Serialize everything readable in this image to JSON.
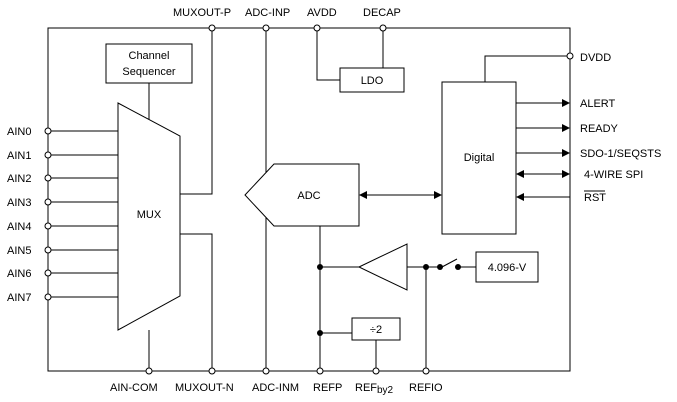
{
  "pins": {
    "top": {
      "muxout_p": "MUXOUT-P",
      "adc_inp": "ADC-INP",
      "avdd": "AVDD",
      "decap": "DECAP"
    },
    "right": {
      "dvdd": "DVDD",
      "alert": "ALERT",
      "ready": "READY",
      "sdo": "SDO-1/SEQSTS",
      "spi": "4-WIRE SPI",
      "rst": "RST"
    },
    "left": [
      "AIN0",
      "AIN1",
      "AIN2",
      "AIN3",
      "AIN4",
      "AIN5",
      "AIN6",
      "AIN7"
    ],
    "bottom": {
      "ain_com": "AIN-COM",
      "muxout_n": "MUXOUT-N",
      "adc_inm": "ADC-INM",
      "refp": "REFP",
      "refby2_main": "REF",
      "refby2_sub": "by2",
      "refio": "REFIO"
    }
  },
  "blocks": {
    "sequencer_line1": "Channel",
    "sequencer_line2": "Sequencer",
    "mux": "MUX",
    "ldo": "LDO",
    "digital": "Digital",
    "adc": "ADC",
    "divider": "÷2",
    "reference": "4.096-V"
  }
}
